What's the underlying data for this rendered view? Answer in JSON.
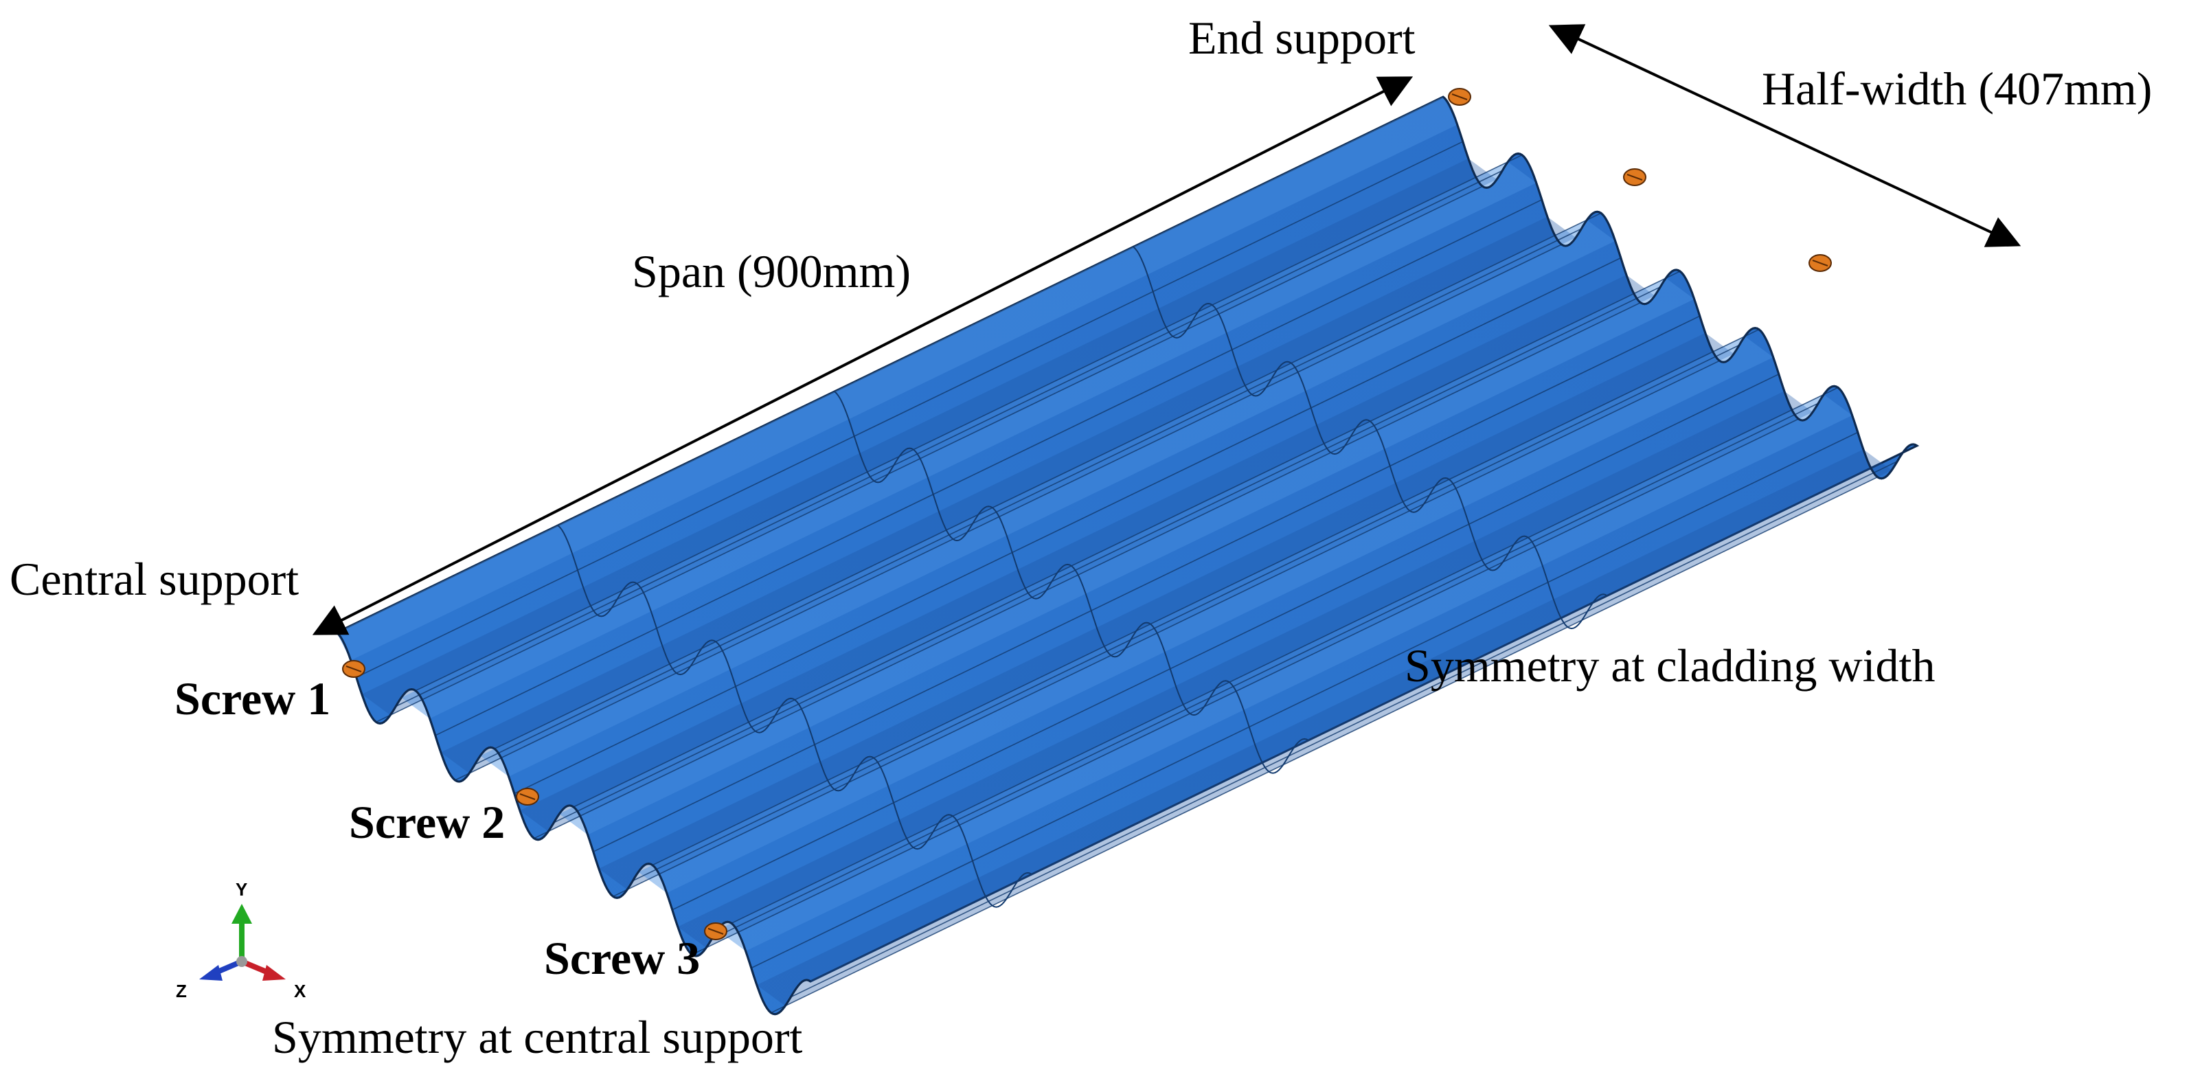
{
  "labels": {
    "end_support": "End support",
    "half_width": "Half-width (407mm)",
    "span": "Span (900mm)",
    "central_support": "Central support",
    "symmetry_cladding": "Symmetry at cladding width",
    "symmetry_central": "Symmetry at central support",
    "screw1": "Screw 1",
    "screw2": "Screw 2",
    "screw3": "Screw 3"
  },
  "triad": {
    "y": "Y",
    "x": "X",
    "z": "Z"
  },
  "colors": {
    "sheet": "#2b74cf",
    "sheet_light": "#3e86dc",
    "sheet_dark": "#1c57a6",
    "edge": "#0e2a50",
    "screw": "#e07a1f",
    "axis_y": "#22aa22",
    "axis_x": "#c8202a",
    "axis_z": "#2040c0"
  },
  "corrugations": 6
}
